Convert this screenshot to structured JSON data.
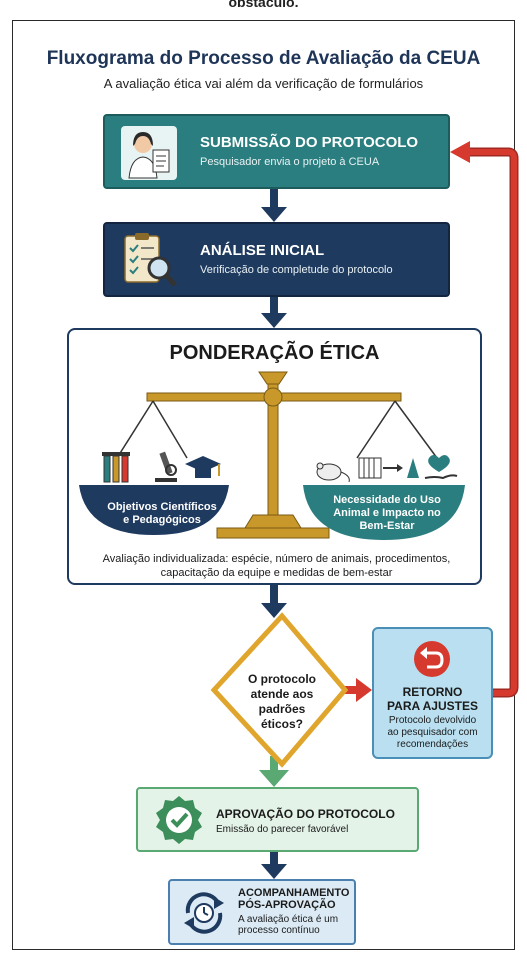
{
  "header": {
    "top_text": "obstáculo.",
    "title": "Fluxograma do Processo de Avaliação da CEUA",
    "subtitle": "A avaliação ética vai além da verificação de formulários"
  },
  "steps": {
    "submissao": {
      "title": "SUBMISSÃO DO PROTOCOLO",
      "desc": "Pesquisador envia o projeto à CEUA"
    },
    "analise": {
      "title": "ANÁLISE INICIAL",
      "desc": "Verificação de completude do protocolo"
    }
  },
  "ponderacao": {
    "title": "PONDERAÇÃO ÉTICA",
    "left_line1": "Objetivos Científicos",
    "left_line2": "e Pedagógicos",
    "right_line1": "Necessidade do Uso",
    "right_line2": "Animal e Impacto no",
    "right_line3": "Bem-Estar",
    "foot_line1": "Avaliação individualizada: espécie, número de animais, procedimentos,",
    "foot_line2": "capacitação da equipe e medidas de bem-estar"
  },
  "decision": {
    "line1": "O protocolo",
    "line2": "atende aos",
    "line3": "padrões",
    "line4": "éticos?"
  },
  "retorno": {
    "title_line1": "RETORNO",
    "title_line2": "PARA AJUSTES",
    "desc_line1": "Protocolo devolvido",
    "desc_line2": "ao pesquisador com",
    "desc_line3": "recomendações"
  },
  "aprovacao": {
    "title": "APROVAÇÃO DO PROTOCOLO",
    "desc": "Emissão do parecer favorável"
  },
  "acompanhamento": {
    "title_line1": "ACOMPANHAMENTO",
    "title_line2": "PÓS-APROVAÇÃO",
    "desc_line1": "A avaliação ética é um",
    "desc_line2": "processo contínuo"
  },
  "colors": {
    "teal": "#2b7e7f",
    "navy": "#1f3a5f",
    "gold": "#c9982a",
    "red": "#d63a2f",
    "green": "#5aa872",
    "light_blue": "#b9dff0"
  }
}
